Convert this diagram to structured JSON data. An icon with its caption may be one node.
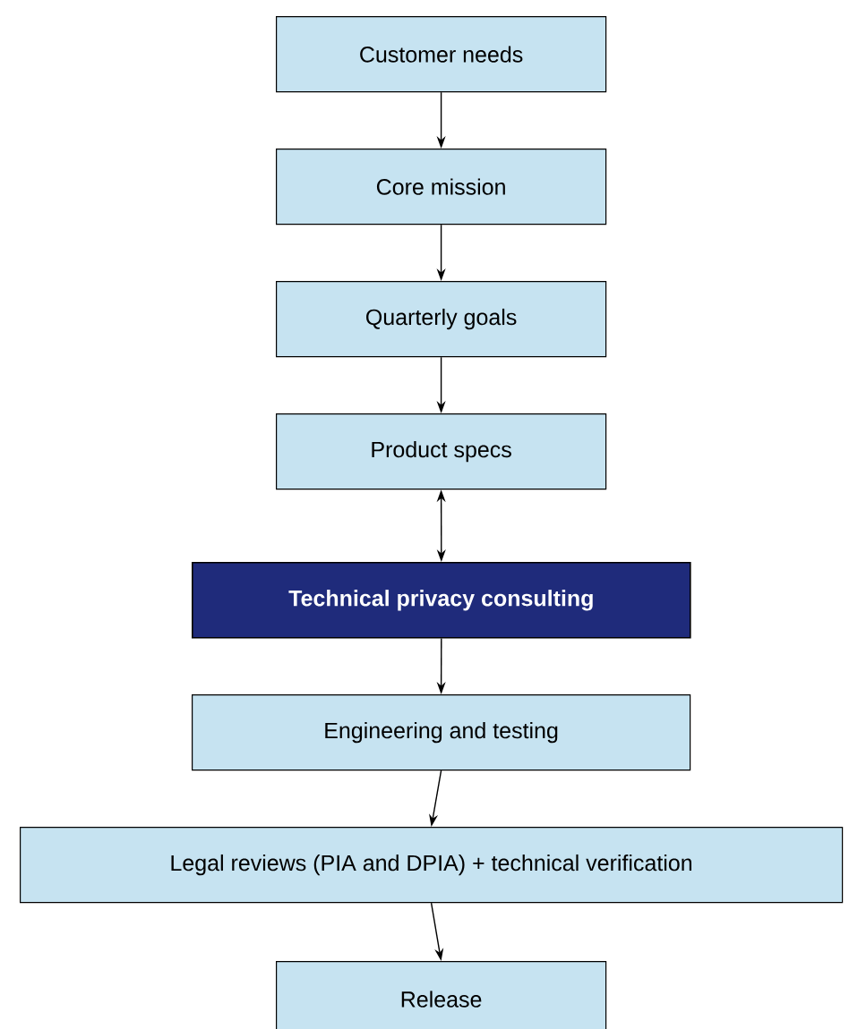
{
  "diagram": {
    "nodes": [
      {
        "text": [
          "Customer needs"
        ]
      },
      {
        "text": [
          "Core mission"
        ]
      },
      {
        "text": [
          "Quarterly goals"
        ]
      },
      {
        "text": [
          "Product specs"
        ]
      },
      {
        "text": [
          "**Technical privacy consulting**"
        ]
      },
      {
        "text": [
          "Engineering and testing"
        ]
      },
      {
        "text": [
          "Legal reviews (PIA and DPIA) + technical verification"
        ]
      },
      {
        "text": [
          "Release"
        ]
      }
    ],
    "edges": [
      {
        "from": 0,
        "to": 1,
        "arrow": "to"
      },
      {
        "from": 1,
        "to": 2,
        "arrow": "to"
      },
      {
        "from": 2,
        "to": 3,
        "arrow": "to"
      },
      {
        "from": 3,
        "to": 4,
        "arrow": "both"
      },
      {
        "from": 4,
        "to": 5,
        "arrow": "to"
      },
      {
        "from": 5,
        "to": 6,
        "arrow": "to"
      },
      {
        "from": 6,
        "to": 7,
        "arrow": "to"
      }
    ]
  }
}
